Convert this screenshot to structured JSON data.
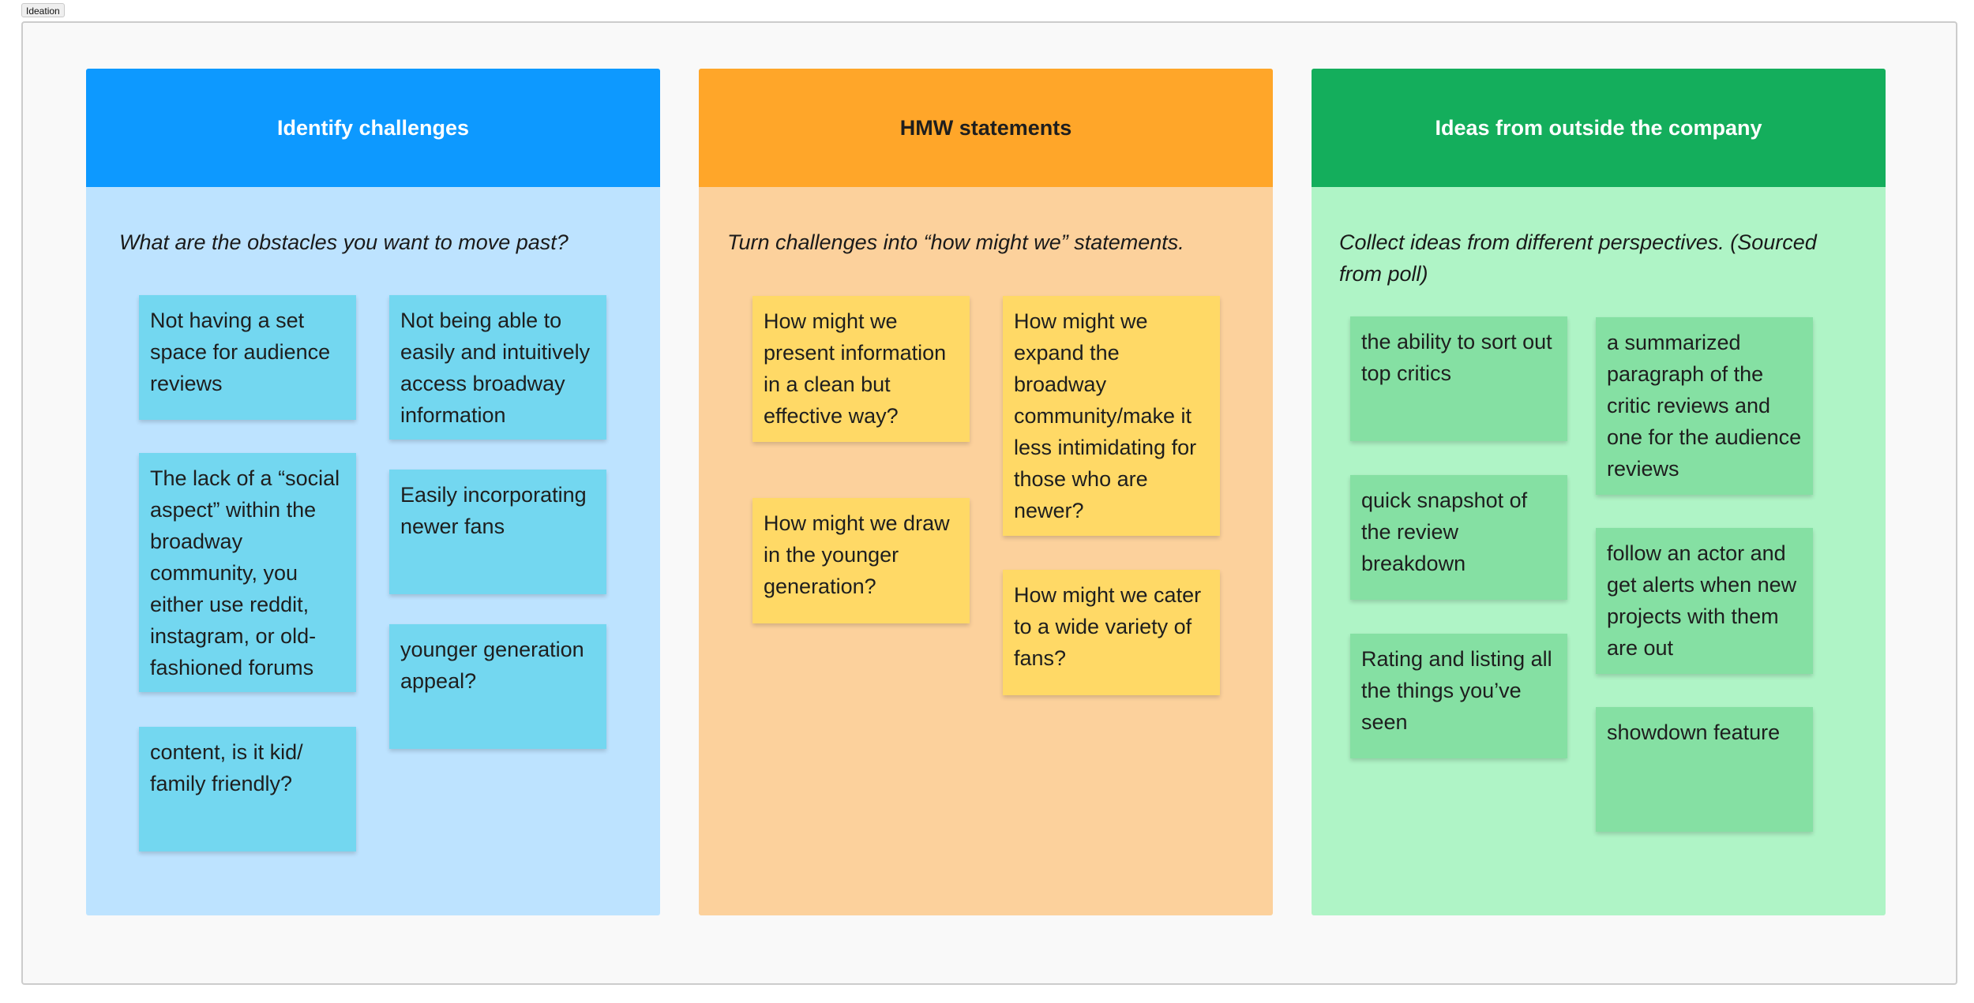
{
  "frame": {
    "title": "Ideation"
  },
  "sections": [
    {
      "title": "Identify challenges",
      "prompt": "What are the obstacles you want to move past?",
      "header_color": "#0d99ff",
      "body_color": "#bde3ff",
      "note_color": "#73d7f0",
      "notes": [
        "Not having a set space for audience reviews",
        "Not being able to easily and intuitively access broadway information",
        "The lack of a “social aspect” within the broadway community, you either use reddit, instagram, or old-fashioned forums",
        "Easily incorporating newer fans",
        "younger generation appeal?",
        "content, is it kid/ family friendly?"
      ]
    },
    {
      "title": "HMW statements",
      "prompt": "Turn challenges into “how might we” statements.",
      "header_color": "#ffa629",
      "body_color": "#fcd19c",
      "note_color": "#ffd966",
      "notes": [
        "How might we present information in a clean but effective way?",
        "How might we expand the broadway community/make it less intimidating for those who are newer?",
        "How might we draw in the younger generation?",
        "How might we cater to a wide variety of fans?"
      ]
    },
    {
      "title": "Ideas from outside the company",
      "prompt": "Collect ideas from different perspectives. (Sourced from poll)",
      "header_color": "#14ae5c",
      "body_color": "#aff4c6",
      "note_color": "#85e0a3",
      "notes": [
        "the ability to sort out top critics",
        "a summarized paragraph of the critic reviews and one for the audience reviews",
        "quick snapshot of the review breakdown",
        "follow an actor and get alerts when new projects with them are out",
        "Rating and listing all the things you’ve seen",
        "showdown feature"
      ]
    }
  ]
}
